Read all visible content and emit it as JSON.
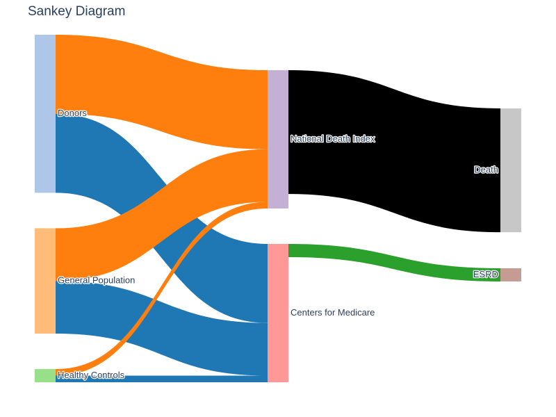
{
  "title": "Sankey Diagram",
  "chart_data": {
    "type": "sankey",
    "nodes": [
      {
        "id": "donors",
        "label": "Donors",
        "color": "#aec7e8",
        "column": 0
      },
      {
        "id": "general",
        "label": "General Population",
        "color": "#ffbb78",
        "column": 0
      },
      {
        "id": "healthy",
        "label": "Healthy Controls",
        "color": "#98df8a",
        "column": 0
      },
      {
        "id": "ndi",
        "label": "National Death Index",
        "color": "#c5b0d5",
        "column": 1
      },
      {
        "id": "cms",
        "label": "Centers for Medicare",
        "color": "#ff9896",
        "column": 1
      },
      {
        "id": "death",
        "label": "Death",
        "color": "#c7c7c7",
        "column": 2
      },
      {
        "id": "esrd",
        "label": "ESRD",
        "color": "#c49c94",
        "column": 2
      }
    ],
    "links": [
      {
        "source": "donors",
        "target": "ndi",
        "value": 30,
        "color": "#ff7f0e"
      },
      {
        "source": "donors",
        "target": "cms",
        "value": 30,
        "color": "#1f77b4"
      },
      {
        "source": "general",
        "target": "ndi",
        "value": 20,
        "color": "#ff7f0e"
      },
      {
        "source": "general",
        "target": "cms",
        "value": 20,
        "color": "#1f77b4"
      },
      {
        "source": "healthy",
        "target": "ndi",
        "value": 2.5,
        "color": "#ff7f0e"
      },
      {
        "source": "healthy",
        "target": "cms",
        "value": 2.5,
        "color": "#1f77b4"
      },
      {
        "source": "ndi",
        "target": "death",
        "value": 47,
        "color": "#000000"
      },
      {
        "source": "cms",
        "target": "esrd",
        "value": 5,
        "color": "#2ca02c"
      }
    ]
  }
}
